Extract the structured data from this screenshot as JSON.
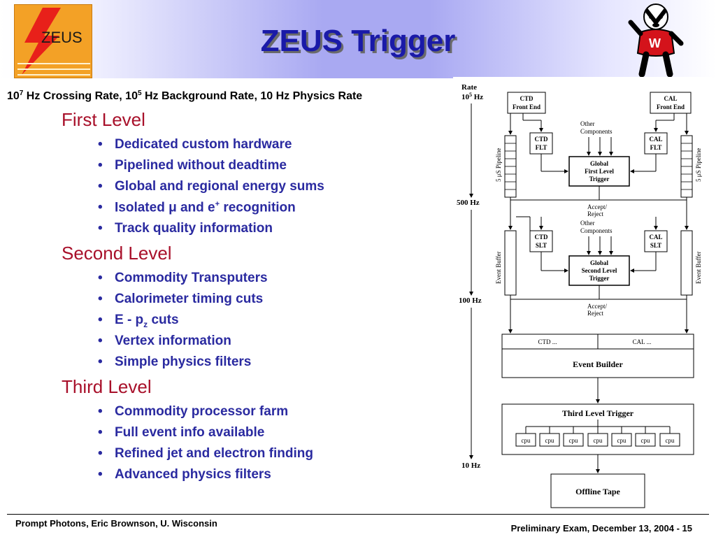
{
  "header": {
    "logo_text": "ZEUS",
    "title": "ZEUS Trigger"
  },
  "subtitle": {
    "part1": "10",
    "exp1": "7",
    "part2": " Hz Crossing Rate, 10",
    "exp2": "5",
    "part3": " Hz Background Rate, 10 Hz Physics Rate"
  },
  "levels": [
    {
      "title": "First Level",
      "bullets": [
        "Dedicated custom hardware",
        "Pipelined without deadtime",
        "Global and regional energy sums",
        {
          "pre": "Isolated ",
          "mu": "μ",
          "mid": " and e",
          "sup": "+",
          "post": " recognition"
        },
        "Track quality information"
      ]
    },
    {
      "title": "Second Level",
      "bullets": [
        "Commodity Transputers",
        "Calorimeter timing cuts",
        {
          "pre": "E - p",
          "sub": "z",
          "post": " cuts"
        },
        "Vertex information",
        "Simple physics filters"
      ]
    },
    {
      "title": "Third Level",
      "bullets": [
        "Commodity processor farm",
        "Full event info available",
        "Refined jet and electron finding",
        "Advanced physics filters"
      ]
    }
  ],
  "diagram": {
    "rate_label": "Rate",
    "rate_top": "10",
    "rate_top_exp": "5",
    "rate_top_unit": " Hz",
    "rate_500": "500 Hz",
    "rate_100": "100 Hz",
    "rate_10": "10 Hz",
    "ctd_front_end_1": "CTD",
    "ctd_front_end_2": "Front End",
    "cal_front_end_1": "CAL",
    "cal_front_end_2": "Front End",
    "pipeline_label": "5 μS Pipeline",
    "ctd_flt_1": "CTD",
    "ctd_flt_2": "FLT",
    "cal_flt_1": "CAL",
    "cal_flt_2": "FLT",
    "other_components_1": "Other",
    "other_components_2": "Components",
    "gflt_1": "Global",
    "gflt_2": "First Level",
    "gflt_3": "Trigger",
    "accept_reject_1": "Accept/",
    "accept_reject_2": "Reject",
    "event_buffer": "Event Buffer",
    "ctd_slt_1": "CTD",
    "ctd_slt_2": "SLT",
    "cal_slt_1": "CAL",
    "cal_slt_2": "SLT",
    "gslt_1": "Global",
    "gslt_2": "Second Level",
    "gslt_3": "Trigger",
    "ctd_dots": "CTD ...",
    "cal_dots": "CAL ...",
    "event_builder": "Event Builder",
    "third_level_trigger": "Third Level Trigger",
    "cpu": "cpu",
    "offline_tape": "Offline Tape"
  },
  "footer": {
    "left": "Prompt Photons, Eric Brownson, U. Wisconsin",
    "right": "Preliminary Exam, December 13, 2004 - 15"
  }
}
